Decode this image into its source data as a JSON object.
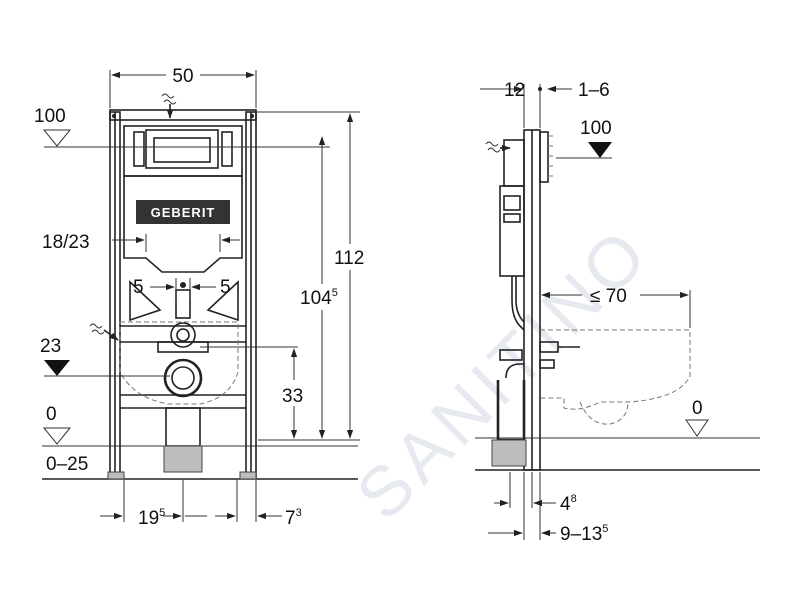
{
  "brand": "GEBERIT",
  "watermark": "SANITINO",
  "front": {
    "width": "50",
    "top_level": "100",
    "opening": "18/23",
    "offset_left": "5",
    "offset_right": "5",
    "drain_level": "23",
    "floor_level": "0",
    "floor_range": "0–25",
    "height_total": "112",
    "height_104_main": "104",
    "height_104_sup": "5",
    "height_33": "33",
    "bottom_19_main": "19",
    "bottom_19_sup": "5",
    "bottom_7_main": "7",
    "bottom_7_sup": "3"
  },
  "side": {
    "depth_12": "12",
    "depth_1_6": "1–6",
    "level_100": "100",
    "projection": "≤ 70",
    "floor_level": "0",
    "bottom_4_main": "4",
    "bottom_4_sup": "8",
    "bottom_9_main": "9–13",
    "bottom_9_sup": "5"
  }
}
